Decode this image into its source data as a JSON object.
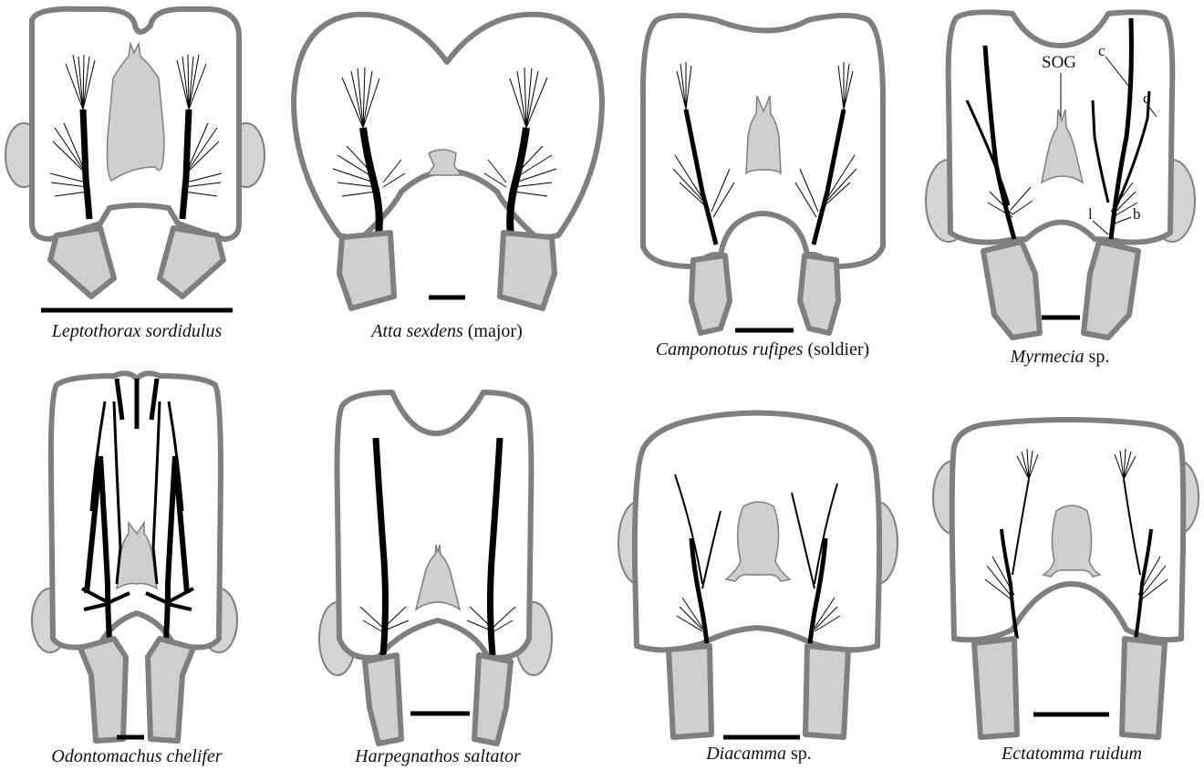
{
  "colors": {
    "cuticle": "#7f7f7f",
    "cavity": "#ffffff",
    "ganglion": "#cfcfcf",
    "muscle": "#000000",
    "eye": "#d4d4d4"
  },
  "panels": [
    {
      "id": "leptothorax",
      "species": "Leptothorax sordidulus",
      "suffix": ""
    },
    {
      "id": "atta",
      "species": "Atta sexdens",
      "suffix": " (major)"
    },
    {
      "id": "camponotus",
      "species": "Camponotus rufipes",
      "suffix": " (soldier)"
    },
    {
      "id": "myrmecia",
      "species": "Myrmecia",
      "suffix": " sp."
    },
    {
      "id": "odontomachus",
      "species": "Odontomachus chelifer",
      "suffix": ""
    },
    {
      "id": "harpegnathos",
      "species": "Harpegnathos saltator",
      "suffix": ""
    },
    {
      "id": "diacamma",
      "species": "Diacamma",
      "suffix": " sp."
    },
    {
      "id": "ectatomma",
      "species": "Ectatomma ruidum",
      "suffix": ""
    }
  ],
  "labels": {
    "sog": "SOG",
    "c1": "c",
    "c2": "c",
    "l": "l",
    "b": "b"
  }
}
